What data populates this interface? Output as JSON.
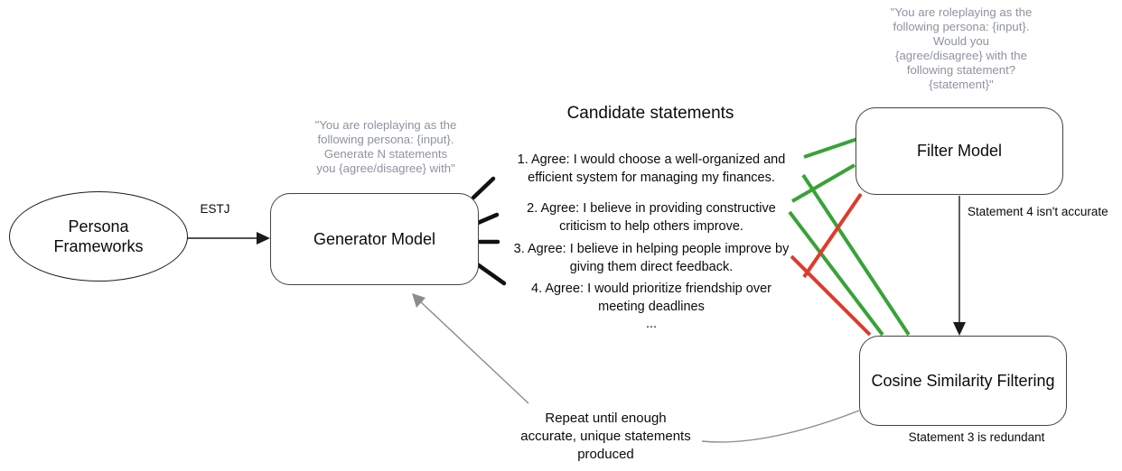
{
  "colors": {
    "accepted": "#37a337",
    "rejected": "#e03a2b",
    "arrow_black": "#1a1a1a",
    "tick_black": "#111111",
    "arrow_gray": "#8c8c8c",
    "prompt_gray": "#8d949e"
  },
  "nodes": {
    "persona_frameworks": "Persona\nFrameworks",
    "generator_model": "Generator Model",
    "filter_model": "Filter Model",
    "cosine_similarity_filtering": "Cosine Similarity Filtering"
  },
  "prompts": {
    "generator": "\"You are roleplaying as the\nfollowing persona: {input}.\nGenerate N statements\nyou {agree/disagree} with\"",
    "filter": "\"You are roleplaying as the\nfollowing persona: {input}.\nWould you\n{agree/disagree} with the\nfollowing statement?\n{statement}\""
  },
  "edge_labels": {
    "estj": "ESTJ",
    "statement_4": "Statement 4 isn't accurate",
    "statement_3": "Statement 3 is redundant",
    "repeat": "Repeat until enough\naccurate, unique statements\nproduced"
  },
  "candidate_statements": {
    "title": "Candidate statements",
    "items": [
      "1. Agree: I would choose a well-organized and\nefficient system for managing my finances.",
      "2. Agree: I believe in providing constructive\ncriticism to help others improve.",
      "3. Agree: I believe in helping people improve by\ngiving them direct feedback.",
      "4. Agree: I would prioritize friendship over\nmeeting deadlines"
    ],
    "ellipsis": "..."
  }
}
